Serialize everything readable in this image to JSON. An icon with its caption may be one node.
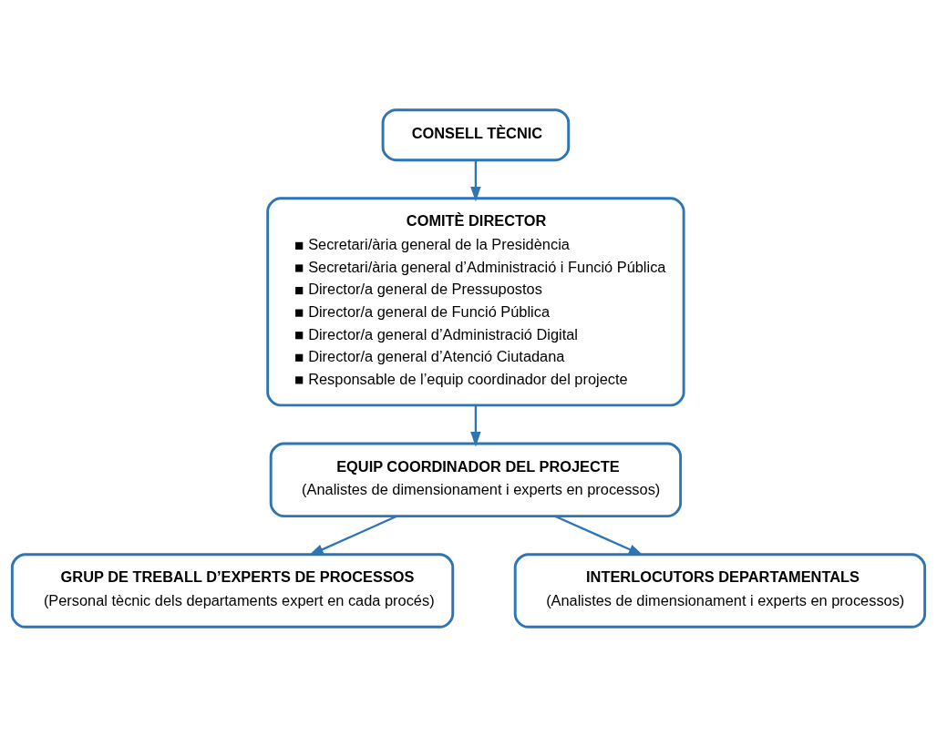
{
  "diagram": {
    "nodes": [
      {
        "text": [
          "CONSELL TÈCNIC"
        ]
      },
      {
        "text": [
          "COMITÈ DIRECTOR",
          "Secretari/ària general de la Presidència",
          "Secretari/ària general d’Administració i Funció Pública",
          "Director/a general de Pressupostos",
          "Director/a general de Funció Pública",
          "Director/a general d’Administració Digital",
          "Director/a general d’Atenció Ciutadana",
          "Responsable de l’equip coordinador del projecte"
        ]
      },
      {
        "text": [
          "EQUIP COORDINADOR DEL PROJECTE",
          "(Analistes de dimensionament i experts en processos)"
        ]
      },
      {
        "text": [
          "GRUP DE TREBALL D’EXPERTS DE PROCESSOS",
          "(Personal tècnic dels departaments expert en cada procés)"
        ]
      },
      {
        "text": [
          "INTERLOCUTORS DEPARTAMENTALS",
          "(Analistes de dimensionament i experts en processos)"
        ]
      }
    ],
    "edges": [
      {
        "from": 0,
        "to": 1,
        "arrow": "to"
      },
      {
        "from": 1,
        "to": 2,
        "arrow": "to"
      },
      {
        "from": 2,
        "to": 3,
        "arrow": "to"
      },
      {
        "from": 2,
        "to": 4,
        "arrow": "to"
      }
    ]
  }
}
